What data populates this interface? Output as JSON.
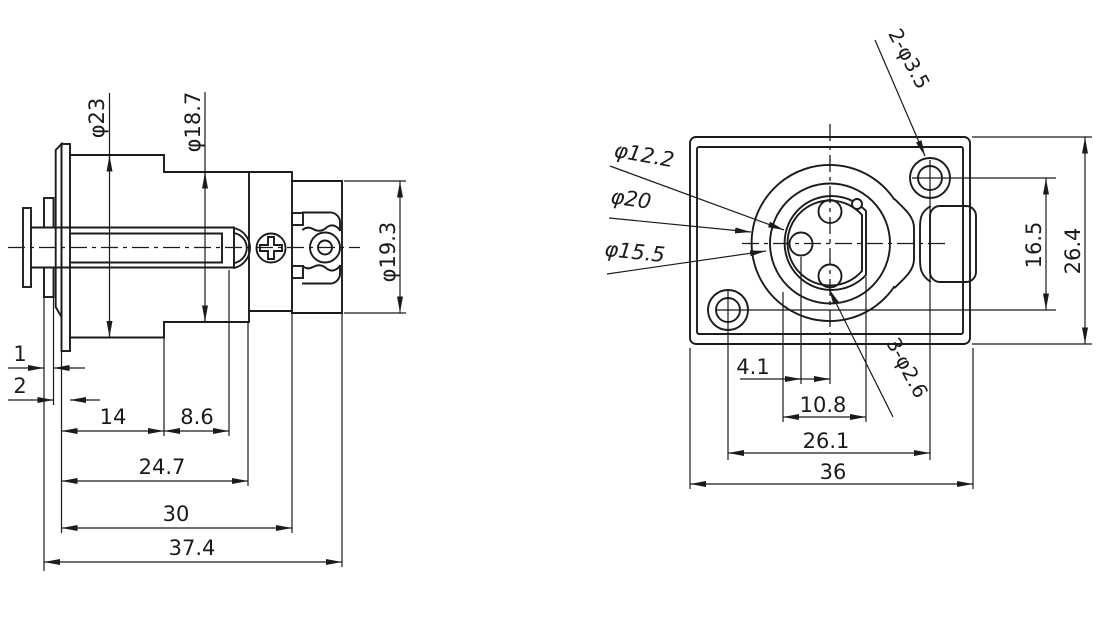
{
  "palette": {
    "background": "#ffffff",
    "line": "#1b1b1b"
  },
  "side_view": {
    "labels": {
      "dia_body": "φ23",
      "dia_step": "φ18.7",
      "dia_latch": "φ19.3",
      "washer_thickness": "1",
      "panel_thickness": "2",
      "len_body": "14",
      "len_step": "8.6",
      "len_mid": "24.7",
      "len_rear": "30",
      "len_total": "37.4"
    }
  },
  "front_view": {
    "labels": {
      "dia_insert": "φ12.2",
      "dia_outer": "φ20",
      "dia_inner": "φ15.5",
      "mount_holes": "2-φ3.5",
      "pin_holes": "3-φ2.6",
      "height_holes": "16.5",
      "height_total": "26.4",
      "pin_offset": "4.1",
      "insert_width": "10.8",
      "hole_spacing": "26.1",
      "width_total": "36"
    }
  }
}
